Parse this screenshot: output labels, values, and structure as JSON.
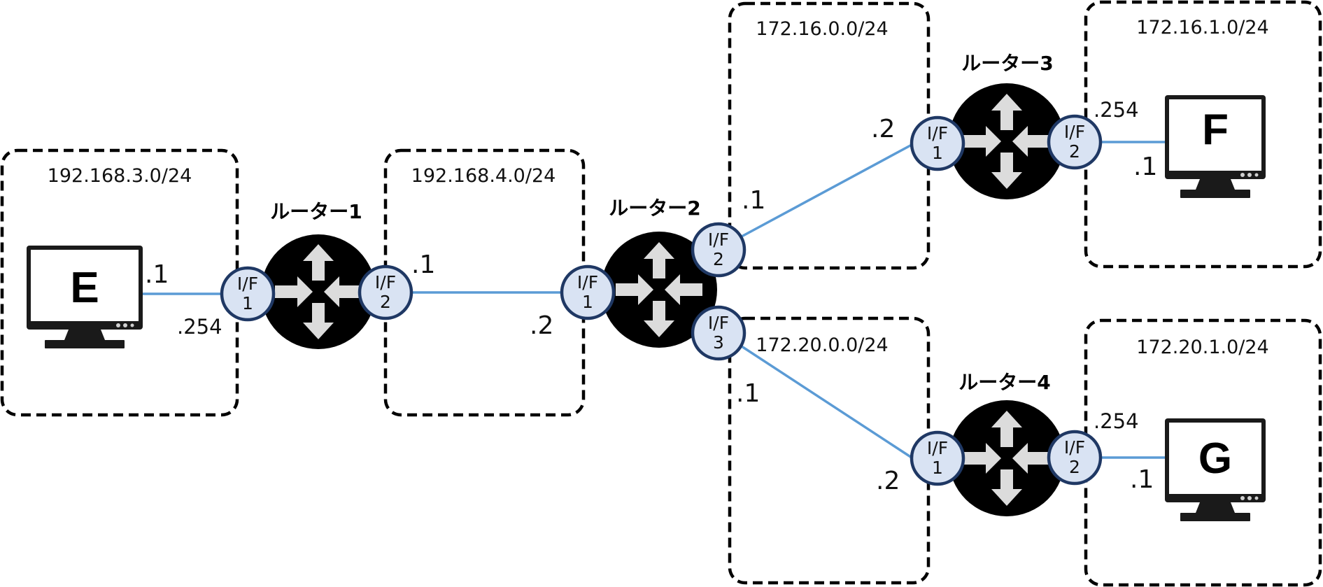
{
  "diagram": {
    "type": "network-topology",
    "subnets": [
      {
        "id": "net-e",
        "label": "192.168.3.0/24"
      },
      {
        "id": "net-r1r2",
        "label": "192.168.4.0/24"
      },
      {
        "id": "net-r2r3",
        "label": "172.16.0.0/24"
      },
      {
        "id": "net-f",
        "label": "172.16.1.0/24"
      },
      {
        "id": "net-r2r4",
        "label": "172.20.0.0/24"
      },
      {
        "id": "net-g",
        "label": "172.20.1.0/24"
      }
    ],
    "routers": [
      {
        "id": "r1",
        "label": "ルーター1",
        "interfaces": [
          {
            "line1": "I/F",
            "line2": "1"
          },
          {
            "line1": "I/F",
            "line2": "2"
          }
        ]
      },
      {
        "id": "r2",
        "label": "ルーター2",
        "interfaces": [
          {
            "line1": "I/F",
            "line2": "1"
          },
          {
            "line1": "I/F",
            "line2": "2"
          },
          {
            "line1": "I/F",
            "line2": "3"
          }
        ]
      },
      {
        "id": "r3",
        "label": "ルーター3",
        "interfaces": [
          {
            "line1": "I/F",
            "line2": "1"
          },
          {
            "line1": "I/F",
            "line2": "2"
          }
        ]
      },
      {
        "id": "r4",
        "label": "ルーター4",
        "interfaces": [
          {
            "line1": "I/F",
            "line2": "1"
          },
          {
            "line1": "I/F",
            "line2": "2"
          }
        ]
      }
    ],
    "hosts": [
      {
        "id": "e",
        "label": "E"
      },
      {
        "id": "f",
        "label": "F"
      },
      {
        "id": "g",
        "label": "G"
      }
    ],
    "addresses": {
      "e_host": ".1",
      "r1_if1": ".254",
      "r1_if2": ".1",
      "r2_if1": ".2",
      "r2_if2": ".1",
      "r3_if1": ".2",
      "r3_if2": ".254",
      "f_host": ".1",
      "r2_if3": ".1",
      "r4_if1": ".2",
      "r4_if2": ".254",
      "g_host": ".1"
    },
    "links": [
      {
        "from": "E",
        "to": "ルーター1 I/F1",
        "subnet": "192.168.3.0/24"
      },
      {
        "from": "ルーター1 I/F2",
        "to": "ルーター2 I/F1",
        "subnet": "192.168.4.0/24"
      },
      {
        "from": "ルーター2 I/F2",
        "to": "ルーター3 I/F1",
        "subnet": "172.16.0.0/24"
      },
      {
        "from": "ルーター3 I/F2",
        "to": "F",
        "subnet": "172.16.1.0/24"
      },
      {
        "from": "ルーター2 I/F3",
        "to": "ルーター4 I/F1",
        "subnet": "172.20.0.0/24"
      },
      {
        "from": "ルーター4 I/F2",
        "to": "G",
        "subnet": "172.20.1.0/24"
      }
    ],
    "colors": {
      "link": "#5b9bd5",
      "interface_fill": "#d9e3f3",
      "interface_stroke": "#1f3864",
      "router": "#000000",
      "router_arrows": "#dcdcdc"
    }
  }
}
